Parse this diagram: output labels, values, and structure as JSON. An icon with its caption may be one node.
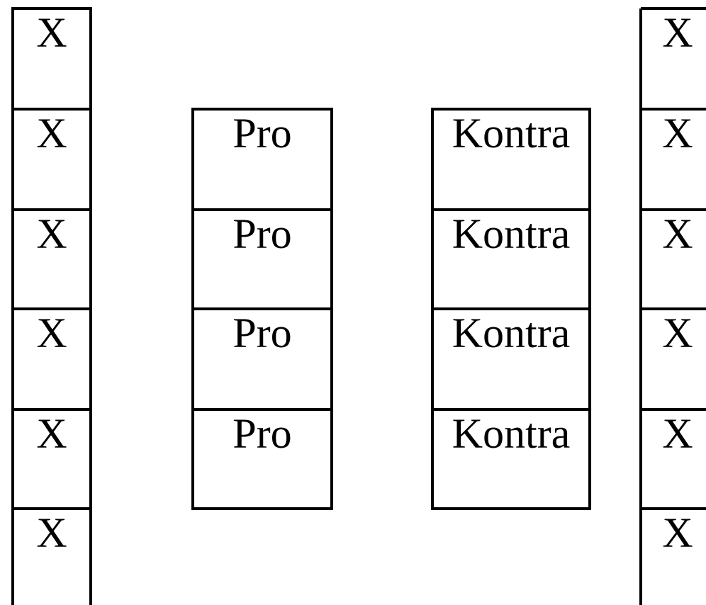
{
  "diagram": {
    "nodes": [
      {
        "text": [
          "X"
        ]
      },
      {
        "text": [
          "X"
        ]
      },
      {
        "text": [
          "X"
        ]
      },
      {
        "text": [
          "X"
        ]
      },
      {
        "text": [
          "X"
        ]
      },
      {
        "text": [
          "X"
        ]
      },
      {
        "text": [
          "Pro"
        ]
      },
      {
        "text": [
          "Pro"
        ]
      },
      {
        "text": [
          "Pro"
        ]
      },
      {
        "text": [
          "Pro"
        ]
      },
      {
        "text": [
          "Kontra"
        ]
      },
      {
        "text": [
          "Kontra"
        ]
      },
      {
        "text": [
          "Kontra"
        ]
      },
      {
        "text": [
          "Kontra"
        ]
      },
      {
        "text": [
          "X"
        ]
      },
      {
        "text": [
          "X"
        ]
      },
      {
        "text": [
          "X"
        ]
      },
      {
        "text": [
          "X"
        ]
      },
      {
        "text": [
          "X"
        ]
      },
      {
        "text": [
          "X"
        ]
      }
    ]
  }
}
